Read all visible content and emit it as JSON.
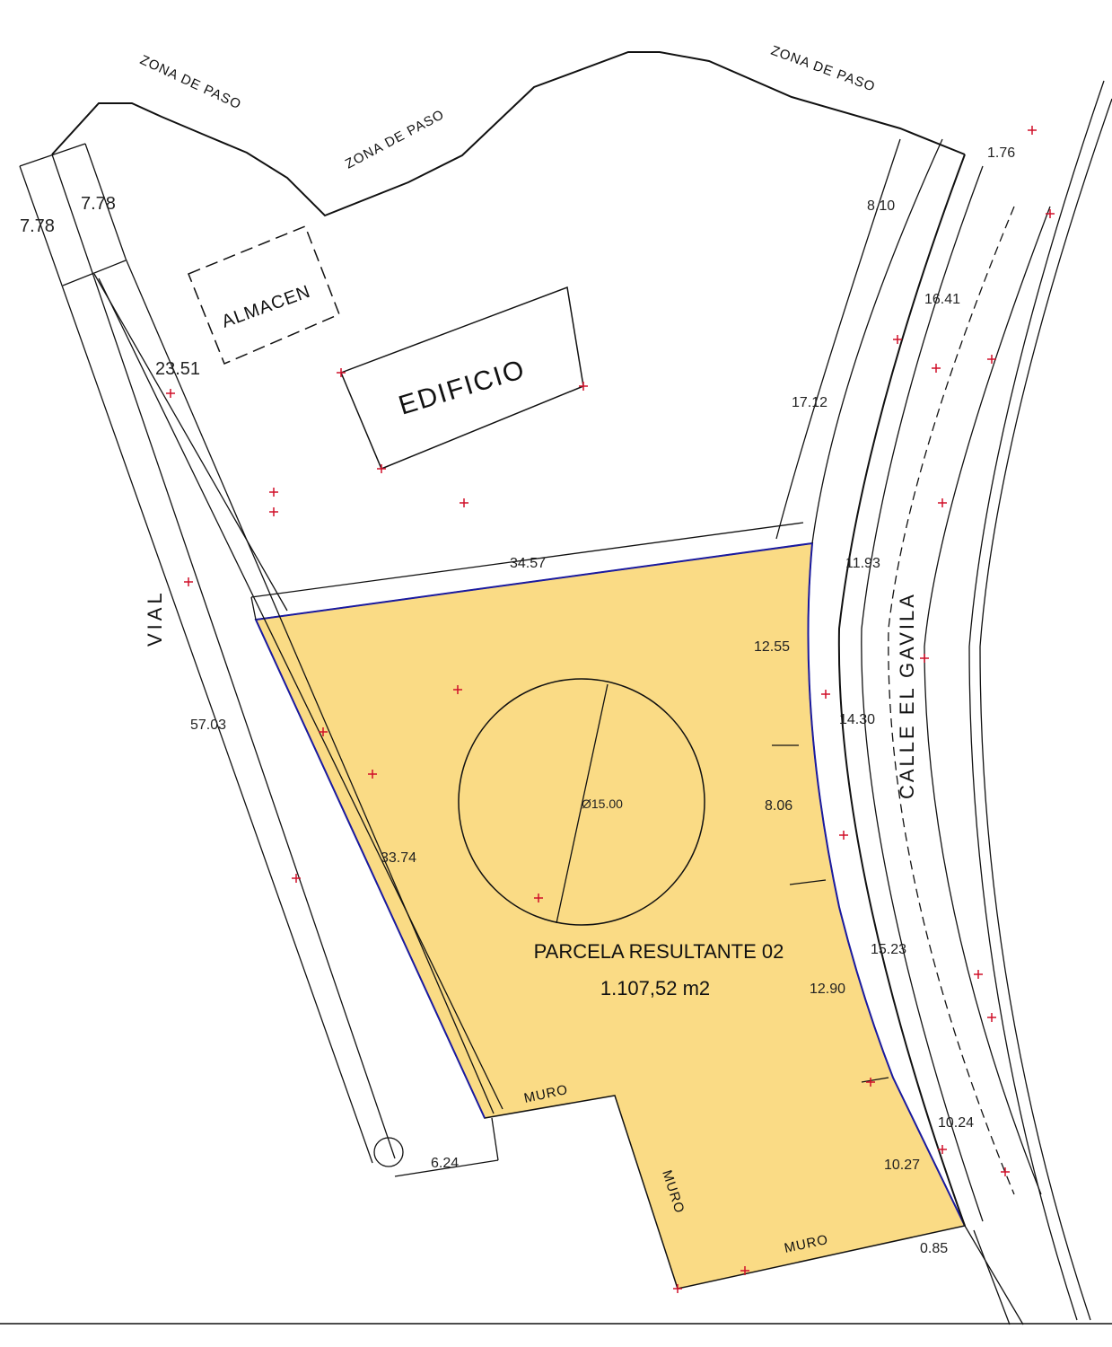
{
  "labels": {
    "zona_paso_1": "ZONA DE PASO",
    "zona_paso_2": "ZONA DE PASO",
    "zona_paso_3": "ZONA DE PASO",
    "almacen": "ALMACEN",
    "edificio": "EDIFICIO",
    "vial": "VIAL",
    "calle": "CALLE EL GAVILA",
    "muro_1": "MURO",
    "muro_2": "MURO",
    "muro_3": "MURO",
    "parcel_name": "PARCELA RESULTANTE 02",
    "parcel_area": "1.107,52 m2",
    "diameter": "Ø15.00"
  },
  "dimensions": {
    "d1": "7.78",
    "d2": "7.78",
    "d3": "23.51",
    "d4": "57.03",
    "d5": "34.57",
    "d6": "33.74",
    "d7": "6.24",
    "d8": "8.10",
    "d9": "1.76",
    "d10": "16.41",
    "d11": "17.12",
    "d12": "11.93",
    "d13": "12.55",
    "d14": "14.30",
    "d15": "8.06",
    "d16": "15.23",
    "d17": "12.90",
    "d18": "10.24",
    "d19": "10.27",
    "d20": "0.85"
  },
  "colors": {
    "parcel_fill": "#fadb85",
    "boundary": "#1a1aa0",
    "survey_point": "#d0102a"
  }
}
